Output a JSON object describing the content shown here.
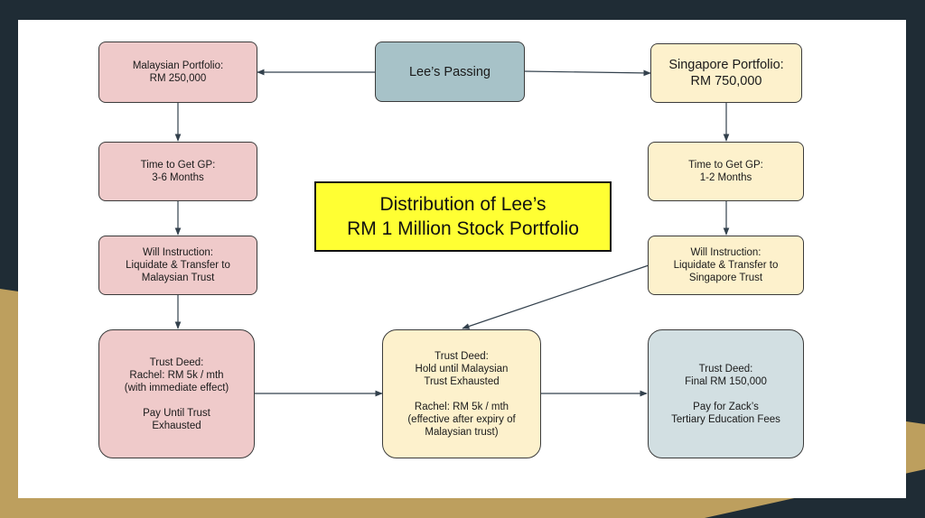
{
  "title": {
    "line1": "Distribution of Lee’s",
    "line2": "RM 1 Million Stock Portfolio"
  },
  "nodes": {
    "passing": "Lee’s Passing",
    "my_portfolio": "Malaysian Portfolio:\nRM 250,000",
    "sg_portfolio": "Singapore Portfolio:\nRM 750,000",
    "my_gp": "Time to Get GP:\n3-6 Months",
    "sg_gp": "Time to Get GP:\n1-2 Months",
    "my_will": "Will Instruction:\nLiquidate & Transfer to\nMalaysian Trust",
    "sg_will": "Will Instruction:\nLiquidate & Transfer to\nSingapore Trust",
    "my_trust": "Trust Deed:\nRachel: RM 5k / mth\n(with immediate effect)\n\nPay Until Trust\nExhausted",
    "sg_trust": "Trust Deed:\nHold until Malaysian\nTrust Exhausted\n\nRachel: RM 5k / mth\n(effective after expiry of\nMalaysian trust)",
    "final_trust": "Trust Deed:\nFinal RM 150,000\n\nPay for Zack’s\nTertiary Education Fees"
  },
  "colors": {
    "background_dark": "#1f2c35",
    "background_gold": "#bd9f5e",
    "malaysia_fill": "#efcaca",
    "singapore_fill": "#fdf1cc",
    "passing_fill": "#a7c2c8",
    "final_fill": "#d2dfe2",
    "title_fill": "#ffff33",
    "arrow": "#33414d"
  }
}
